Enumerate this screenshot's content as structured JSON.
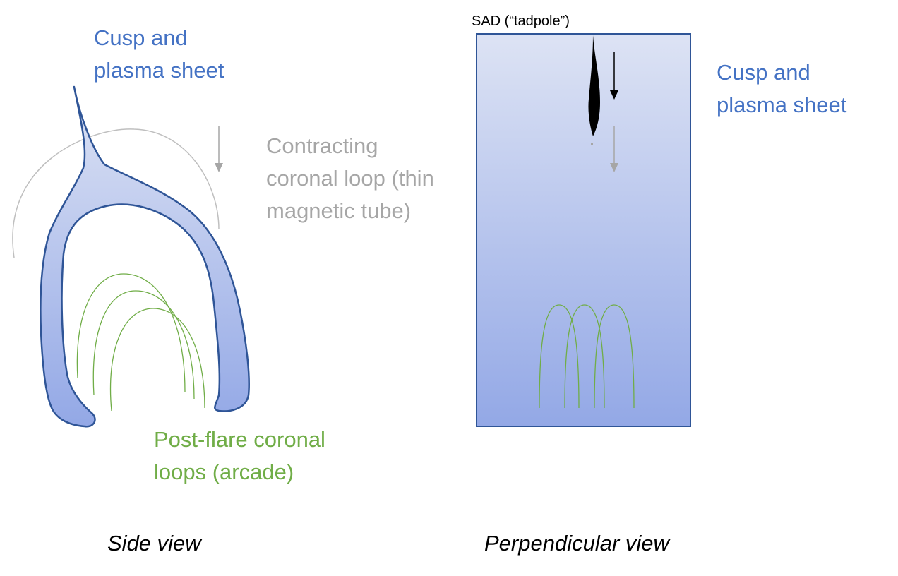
{
  "side_view": {
    "cusp_label": [
      "Cusp and",
      "plasma sheet"
    ],
    "contracting_label": [
      "Contracting",
      "coronal loop (thin",
      "magnetic tube)"
    ],
    "postflare_label": [
      "Post-flare coronal",
      "loops (arcade)"
    ],
    "caption": "Side view"
  },
  "perpendicular_view": {
    "sad_label": "SAD (“tadpole”)",
    "cusp_label": [
      "Cusp and",
      "plasma sheet"
    ],
    "caption": "Perpendicular view"
  },
  "colors": {
    "blue_text": "#4472C4",
    "gray_text": "#A6A6A6",
    "green_text": "#70AD47",
    "sheet_outline": "#2F5597",
    "sheet_fill_top": "#DDE3F4",
    "sheet_fill_bottom": "#93A8E6",
    "arcade_green": "#70AD47"
  }
}
